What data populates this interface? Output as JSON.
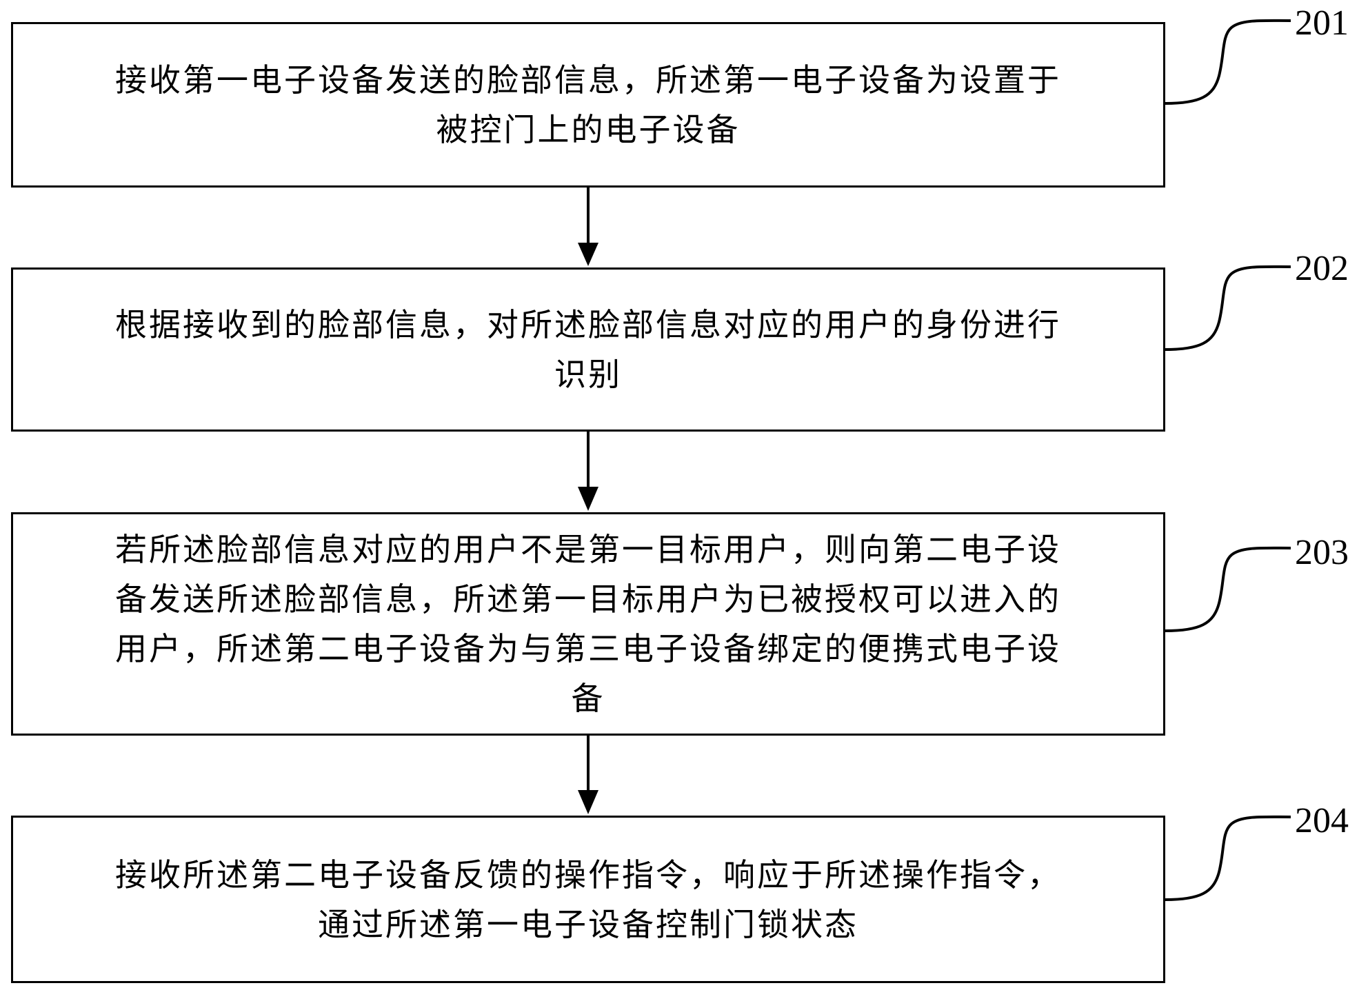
{
  "steps": [
    {
      "id": "201",
      "text": "接收第一电子设备发送的脸部信息，所述第一电子设备为设置于\n被控门上的电子设备"
    },
    {
      "id": "202",
      "text": "根据接收到的脸部信息，对所述脸部信息对应的用户的身份进行\n识别"
    },
    {
      "id": "203",
      "text": "若所述脸部信息对应的用户不是第一目标用户，则向第二电子设\n备发送所述脸部信息，所述第一目标用户为已被授权可以进入的\n用户，所述第二电子设备为与第三电子设备绑定的便携式电子设\n备"
    },
    {
      "id": "204",
      "text": "接收所述第二电子设备反馈的操作指令，响应于所述操作指令，\n通过所述第一电子设备控制门锁状态"
    }
  ]
}
